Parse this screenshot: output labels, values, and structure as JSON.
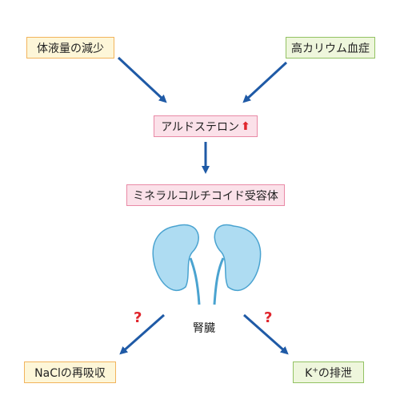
{
  "boxes": {
    "body_fluid": "体液量の減少",
    "hyperkalemia": "高カリウム血症",
    "aldosterone": "アルドステロン",
    "aldosterone_mark": "⬆",
    "receptor": "ミネラルコルチコイド受容体",
    "nacl": "NaClの再吸収",
    "k_excretion_prefix": "K",
    "k_excretion_sup": "+",
    "k_excretion_suffix": "の排泄"
  },
  "kidney_label": "腎臓",
  "question_mark": "?",
  "colors": {
    "arrow": "#1f5aa6",
    "kidney_fill": "#aedcf2",
    "kidney_stroke": "#4aa3d0",
    "red": "#e0262d"
  }
}
